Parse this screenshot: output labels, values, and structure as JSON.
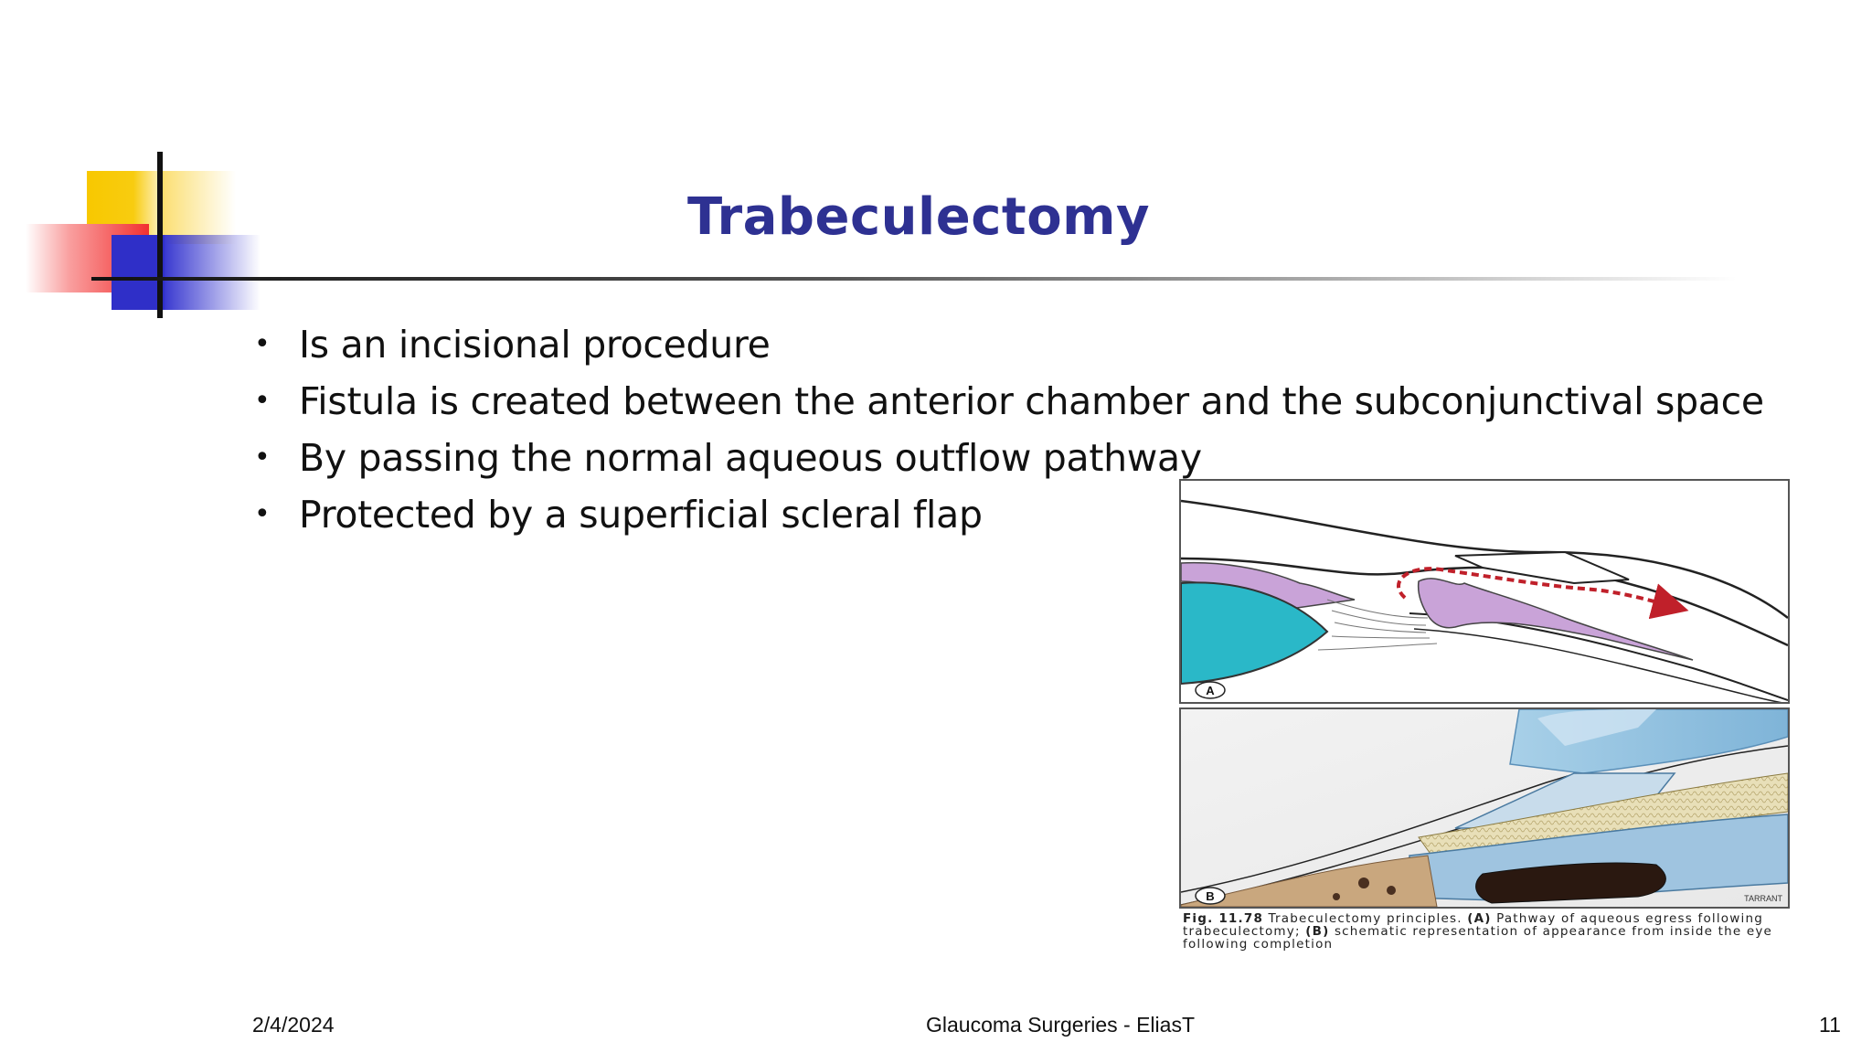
{
  "slide": {
    "title": "Trabeculectomy",
    "bullets": [
      "Is an incisional procedure",
      "Fistula is created between the anterior chamber and the subconjunctival space",
      "By passing the normal aqueous outflow pathway",
      "Protected by a superficial scleral flap"
    ],
    "bullet_glyph": "•",
    "figure": {
      "panel_a_label": "A",
      "panel_b_label": "B",
      "artist_signature": "TARRANT",
      "caption_fig": "Fig. 11.78",
      "caption_line1": "Trabeculectomy principles.",
      "caption_a_label": "(A)",
      "caption_a_text": "Pathway of aqueous egress following trabeculectomy;",
      "caption_b_label": "(B)",
      "caption_b_text": "schematic representation of appearance from inside the eye following completion"
    },
    "footer": {
      "date": "2/4/2024",
      "center": "Glaucoma Surgeries - EliasT",
      "page": "11"
    },
    "colors": {
      "title": "#2e3192",
      "logo_yellow": "#f8c800",
      "logo_red": "#f23030",
      "logo_blue": "#2f2fc8",
      "anterior_chamber": "#2ab8c8",
      "iris_tissue": "#c9a3d8",
      "flow_arrow": "#c0202a"
    }
  }
}
